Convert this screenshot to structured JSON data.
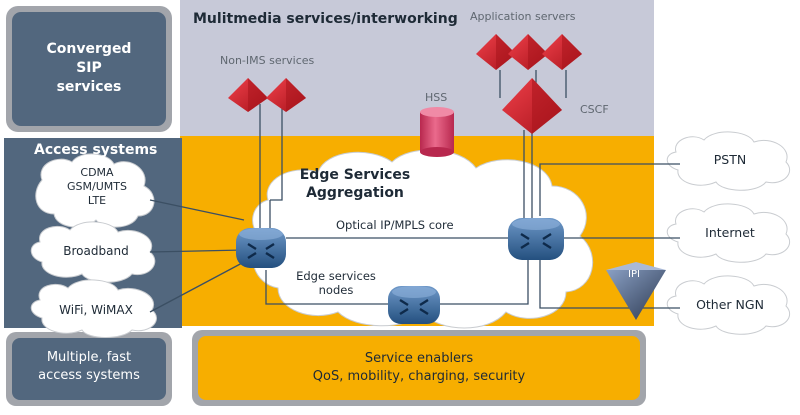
{
  "colors": {
    "slate": "#52677e",
    "slate_dark": "#3b4f63",
    "lavender": "#c7c9d8",
    "gold": "#f7ae00",
    "panel_border": "#a2a5ab",
    "cloud_fill": "#ffffff",
    "cloud_stroke": "#b9bdc2",
    "server_red": "#d21f2a",
    "router_blue": "#2f5f94",
    "hss_pink": "#d7436a",
    "ipi_blue": "#3b4a66"
  },
  "panels": {
    "converged": [
      "Converged",
      "SIP",
      "services"
    ],
    "multimedia_title": "Mulitmedia services/interworking",
    "access_title": "Access systems",
    "multiple": [
      "Multiple, fast",
      "access systems"
    ],
    "service_enablers": [
      "Service enablers",
      "QoS, mobility, charging, security"
    ]
  },
  "access_clouds": {
    "cdma": [
      "CDMA",
      "GSM/UMTS",
      "LTE"
    ],
    "broadband": "Broadband",
    "wifi": "WiFi, WiMAX"
  },
  "core": {
    "edge_title": [
      "Edge Services",
      "Aggregation"
    ],
    "optical": "Optical IP/MPLS core",
    "edge_nodes": [
      "Edge services",
      "nodes"
    ]
  },
  "elements": {
    "non_ims": "Non-IMS services",
    "hss": "HSS",
    "app_servers": "Application servers",
    "cscf": "CSCF",
    "ipi": "IPI"
  },
  "external_clouds": {
    "pstn": "PSTN",
    "internet": "Internet",
    "other": "Other NGN"
  }
}
